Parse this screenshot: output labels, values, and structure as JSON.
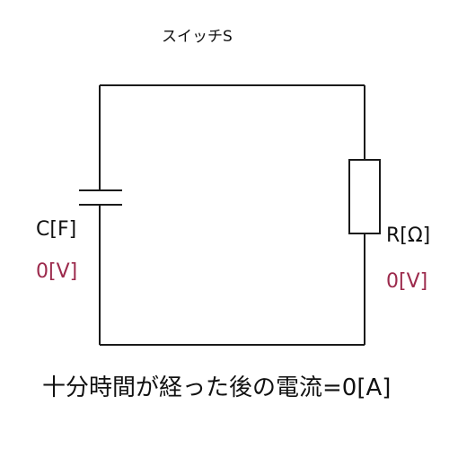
{
  "switch_label": "スイッチS",
  "capacitor_label": "C[F]",
  "resistor_label": "R[Ω]",
  "capacitor_voltage": "0[V]",
  "resistor_voltage": "0[V]",
  "caption": "十分時間が経った後の電流=0[A]",
  "colors": {
    "wire": "#1a1a1a",
    "voltage_text": "#9c2a4c"
  }
}
